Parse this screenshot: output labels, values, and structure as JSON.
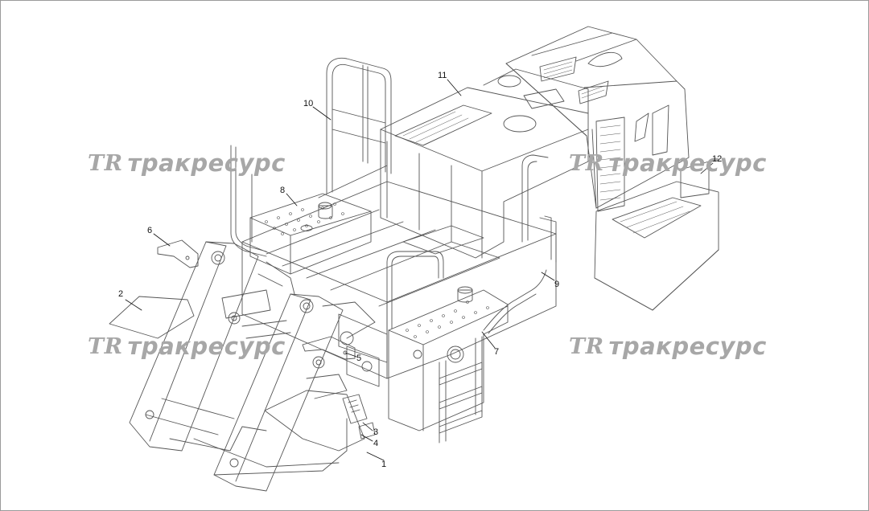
{
  "watermark": {
    "logo": "TR",
    "text": "тракресурс"
  },
  "callouts": [
    "1",
    "2",
    "3",
    "4",
    "5",
    "6",
    "7",
    "8",
    "9",
    "10",
    "11",
    "12"
  ],
  "colors": {
    "line": "#555555",
    "watermark": "#a7a7a7",
    "frame": "#9a9a9a"
  }
}
